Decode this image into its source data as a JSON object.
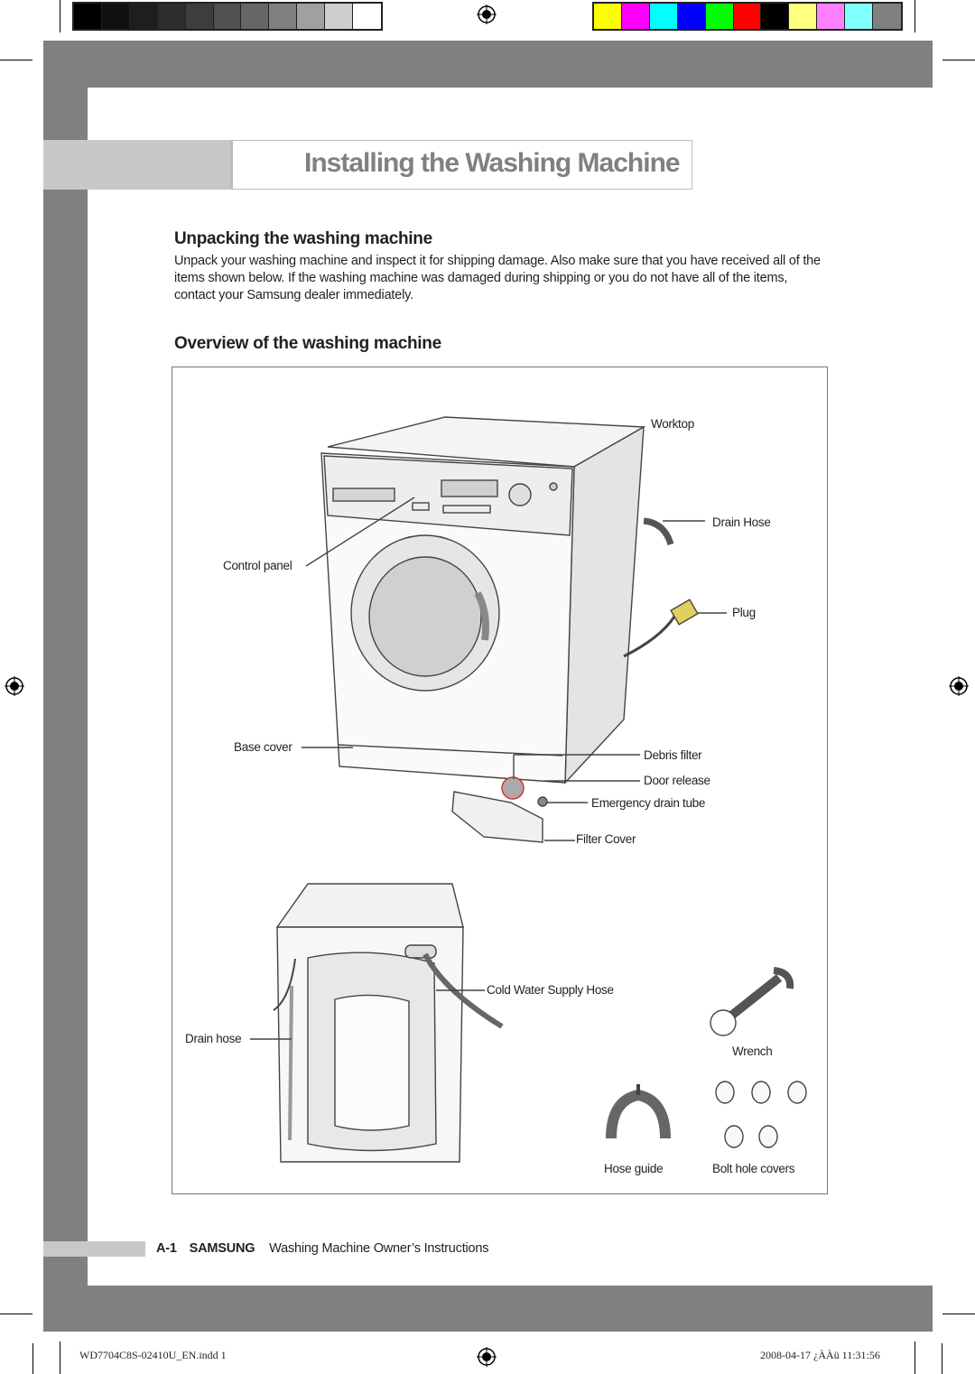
{
  "header": {
    "title": "Installing the Washing Machine"
  },
  "colors": {
    "frame_gray": "#808080",
    "tab_gray": "#c8c8c8",
    "title_gray": "#808080",
    "gray_swatches": [
      "#000000",
      "#111111",
      "#1e1e1e",
      "#2d2d2d",
      "#3d3d3d",
      "#505050",
      "#666666",
      "#808080",
      "#a0a0a0",
      "#cfcfcf",
      "#ffffff"
    ],
    "color_swatches": [
      "#ffff00",
      "#ff00ff",
      "#00ffff",
      "#0000ff",
      "#00ff00",
      "#ff0000",
      "#000000",
      "#ffff80",
      "#ff80ff",
      "#80ffff",
      "#808080"
    ]
  },
  "sections": {
    "unpacking": {
      "heading": "Unpacking the washing machine",
      "body": "Unpack your washing machine and inspect it for shipping damage. Also make sure that you have received all of the items shown below. If the washing machine was damaged during shipping or you do not have all of the items, contact your Samsung dealer immediately."
    },
    "overview": {
      "heading": "Overview of the washing machine"
    }
  },
  "diagram_labels": {
    "worktop": "Worktop",
    "drain_hose_top": "Drain Hose",
    "control_panel": "Control panel",
    "plug": "Plug",
    "base_cover": "Base cover",
    "debris_filter": "Debris filter",
    "door_release": "Door release",
    "emergency_drain_tube": "Emergency drain tube",
    "filter_cover": "Filter Cover",
    "cold_water_supply_hose": "Cold Water Supply Hose",
    "drain_hose_back": "Drain hose",
    "wrench": "Wrench",
    "hose_guide": "Hose guide",
    "bolt_hole_covers": "Bolt hole covers"
  },
  "footer": {
    "page_number": "A-1",
    "brand": "SAMSUNG",
    "doc_title": "Washing Machine Owner’s Instructions"
  },
  "slug": {
    "file": "WD7704C8S-02410U_EN.indd   1",
    "timestamp": "2008-04-17   ¿ÀÀü 11:31:56"
  }
}
